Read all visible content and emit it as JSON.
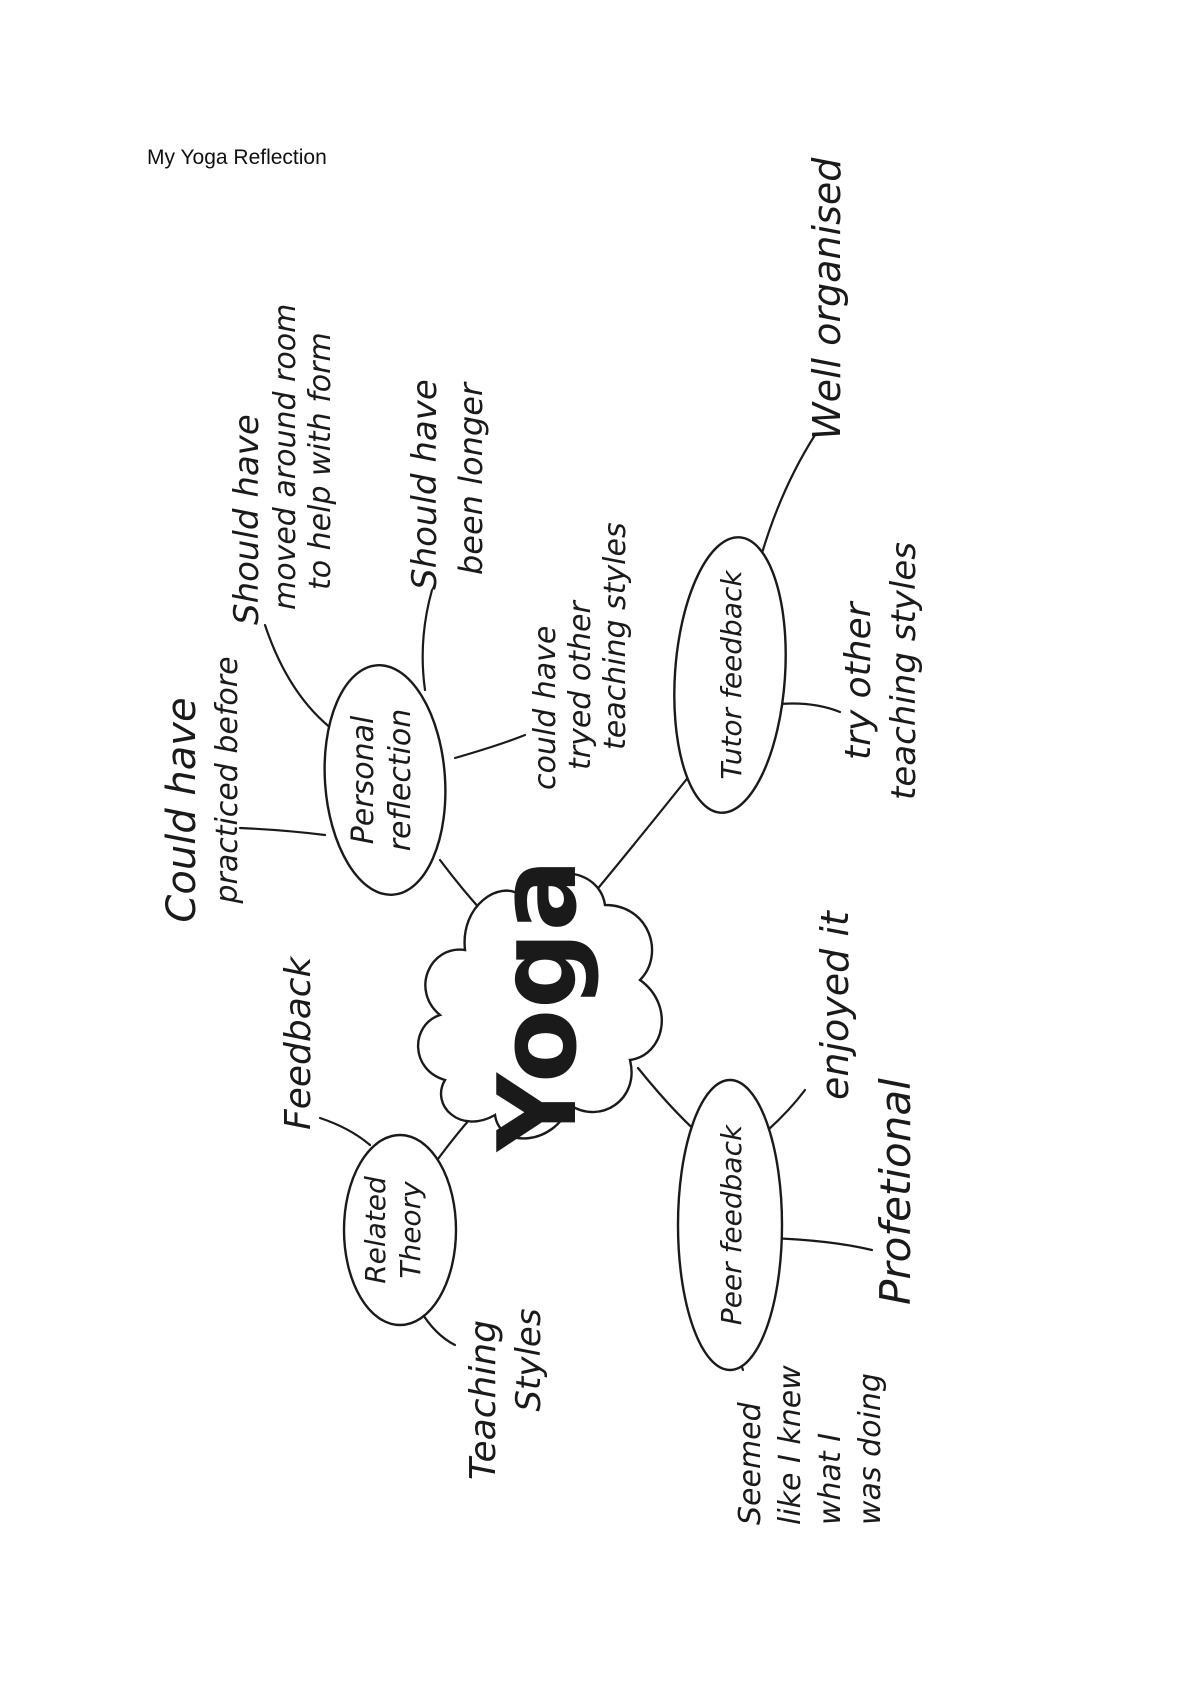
{
  "page": {
    "title": "My Yoga Reflection"
  },
  "mindmap": {
    "center": "Yoga",
    "branches": [
      {
        "label": [
          "Personal",
          "reflection"
        ],
        "leaves": [
          [
            "Could have",
            "practiced before"
          ],
          [
            "Should have",
            "moved around room",
            "to help with form"
          ],
          [
            "Should have",
            "been longer"
          ],
          [
            "could have",
            "tryed other",
            "teaching styles"
          ]
        ]
      },
      {
        "label": [
          "Tutor feedback"
        ],
        "leaves": [
          [
            "Well organised"
          ],
          [
            "try other",
            "teaching styles"
          ]
        ]
      },
      {
        "label": [
          "Related",
          "Theory"
        ],
        "leaves": [
          [
            "Feedback"
          ],
          [
            "Teaching",
            "Styles"
          ]
        ]
      },
      {
        "label": [
          "Peer feedback"
        ],
        "leaves": [
          [
            "enjoyed it"
          ],
          [
            "Profetional"
          ],
          [
            "Seemed",
            "like I knew",
            "what I",
            "was doing"
          ]
        ]
      }
    ]
  }
}
